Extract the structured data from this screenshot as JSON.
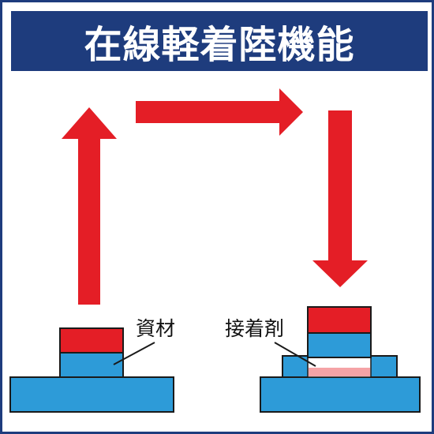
{
  "title": "在線軽着陸機能",
  "labels": {
    "material": "資材",
    "adhesive": "接着剤"
  },
  "colors": {
    "frame_blue": "#1e3c7d",
    "arrow_red": "#e41e26",
    "block_blue": "#2d9bd8",
    "adhesive_pink": "#f5a3a6",
    "outline": "#1a1a1a"
  }
}
